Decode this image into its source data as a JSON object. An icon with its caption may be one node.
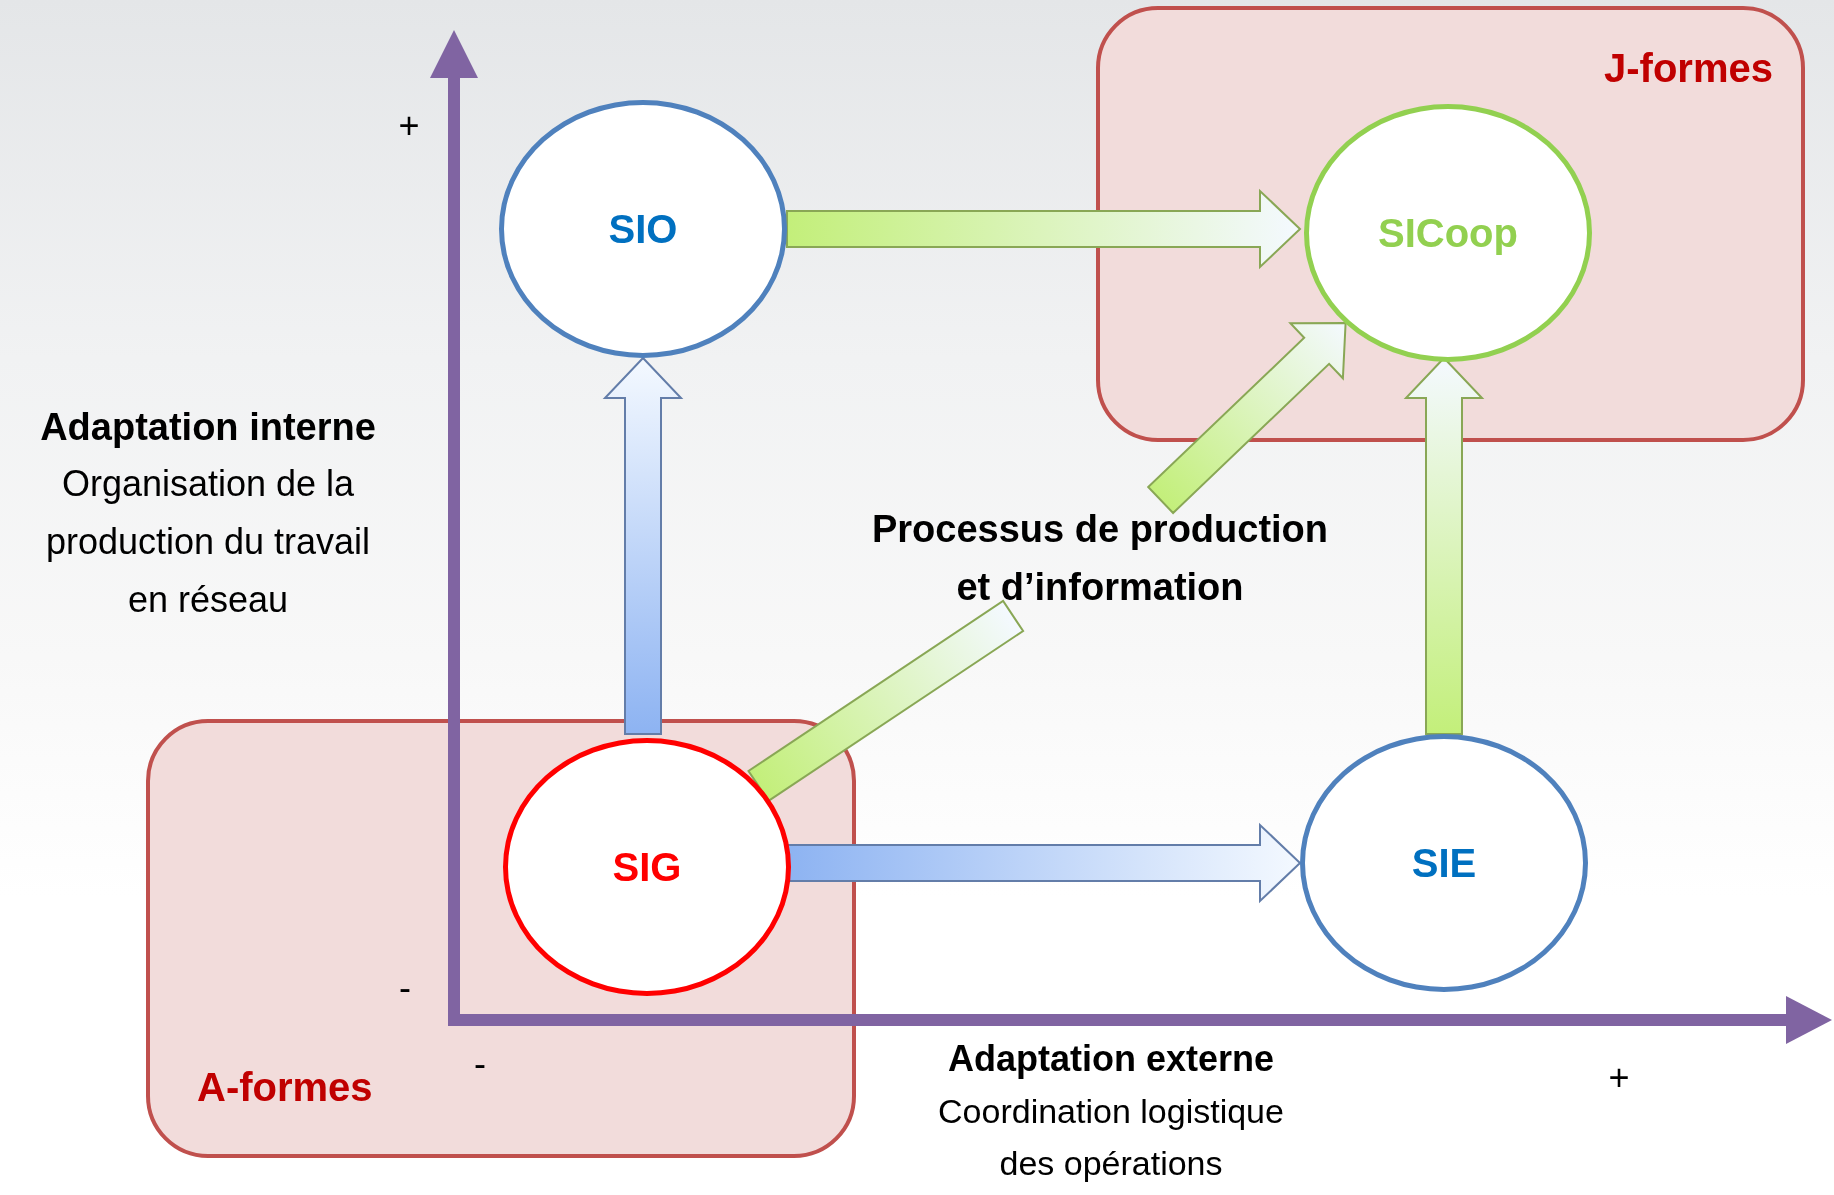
{
  "diagram": {
    "nodes": [
      {
        "text": [
          "J-formes"
        ]
      },
      {
        "text": [
          "SICoop"
        ],
        "in": 0
      },
      {
        "text": [
          "A-formes"
        ]
      },
      {
        "text": [
          "SIO"
        ]
      },
      {
        "text": [
          "SIG"
        ],
        "in": 2
      },
      {
        "text": [
          "SIE"
        ]
      },
      {
        "text": [
          "Processus de production et d’information"
        ]
      }
    ],
    "edges": [
      {
        "from": 3,
        "to": 1,
        "arrow": "to"
      },
      {
        "from": 4,
        "to": 3,
        "arrow": "to",
        "color": "#8db3f2"
      },
      {
        "from": 4,
        "to": 6,
        "arrow": "none"
      },
      {
        "from": 6,
        "to": 1,
        "arrow": "to"
      },
      {
        "from": 5,
        "to": 1,
        "arrow": "to"
      },
      {
        "from": 4,
        "to": 5,
        "arrow": "to",
        "color": "#8db3f2"
      }
    ],
    "labels": [
      "+",
      "Adaptation interne",
      "Organisation de la production du travail en réseau",
      "-",
      "Adaptation externe",
      "-",
      "+",
      "Coordination logistique des opérations"
    ]
  }
}
